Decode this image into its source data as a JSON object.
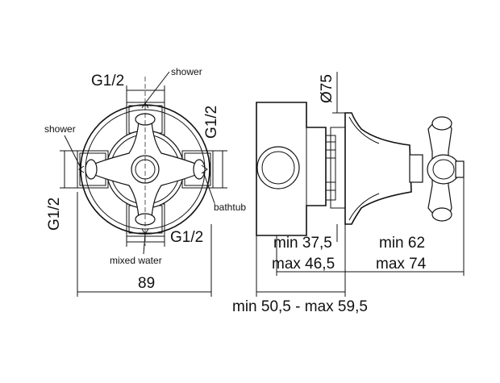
{
  "front_view": {
    "thread_top": "G1/2",
    "thread_right": "G1/2",
    "thread_left": "G1/2",
    "thread_bottom": "G1/2",
    "label_shower_top": "shower",
    "label_shower_left": "shower",
    "label_bathtub": "bathtub",
    "label_mixed_water": "mixed water",
    "width_dim": "89"
  },
  "side_view": {
    "diameter_dim": "Ø75",
    "body_depth": "min 37,5",
    "body_depth_max": "max 46,5",
    "handle_depth": "min 62",
    "handle_depth_max": "max 74",
    "overall_depth": "min 50,5 - max 59,5"
  }
}
